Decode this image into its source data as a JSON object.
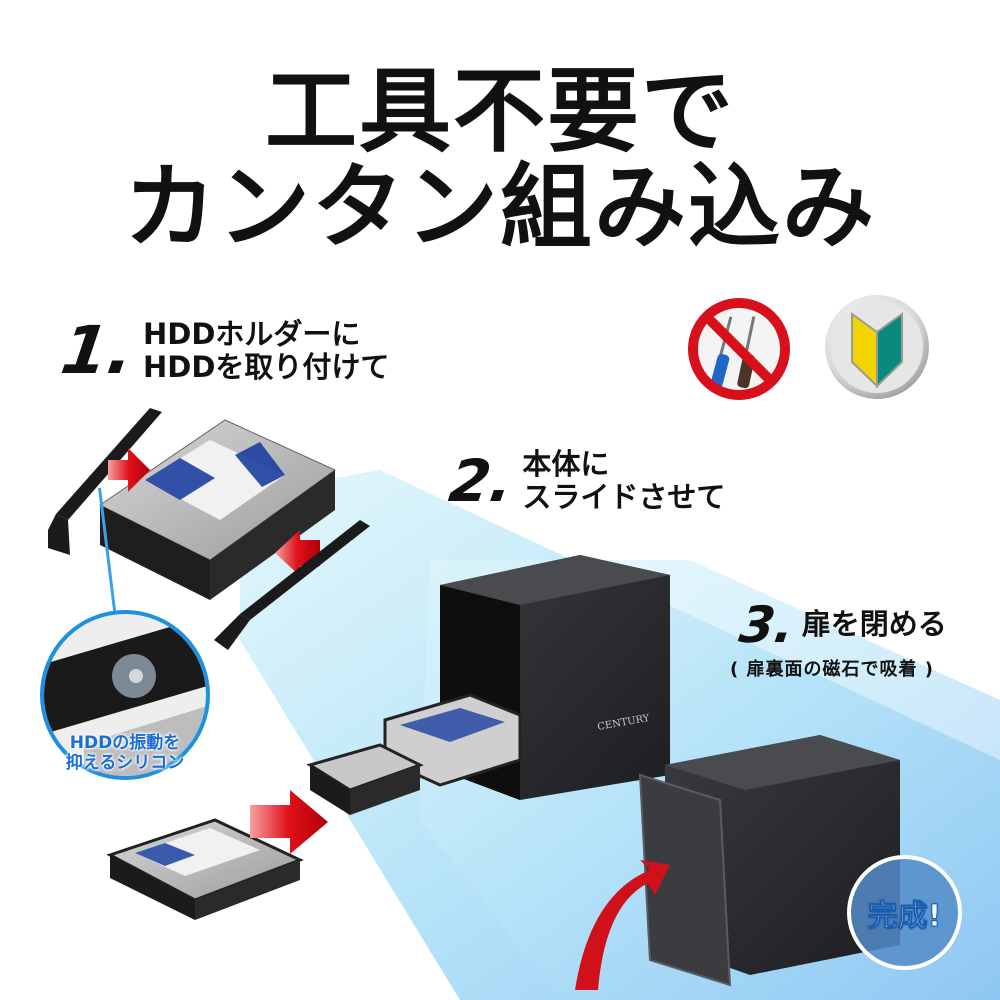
{
  "headline": {
    "line1": "工具不要で",
    "line2": "カンタン組み込み"
  },
  "badges": [
    {
      "name": "no-tools",
      "icon": "no-screwdriver-icon",
      "colors": {
        "ring": "#d7101b",
        "handle_blue": "#1f66c9",
        "handle_brown": "#4a3428"
      }
    },
    {
      "name": "beginner",
      "icon": "beginner-mark-icon",
      "colors": {
        "left": "#f2d400",
        "right": "#0a8a7f",
        "frame": "#b8b8b8"
      }
    }
  ],
  "steps": [
    {
      "number": "1.",
      "lines": [
        "HDDホルダーに",
        "HDDを取り付けて"
      ]
    },
    {
      "number": "2.",
      "lines": [
        "本体に",
        "スライドさせて"
      ]
    },
    {
      "number": "3.",
      "lines": [
        "扉を閉める"
      ],
      "sub": "( 扉裏面の磁石で吸着 )"
    }
  ],
  "callout": {
    "lines": [
      "HDDの振動を",
      "抑えるシリコン"
    ],
    "color": "#1a6fd6"
  },
  "done_badge": {
    "label": "完成!"
  },
  "device": {
    "brand": "CENTURY"
  },
  "colors": {
    "beam": "#8fd0f5",
    "arrow": "#e0101a",
    "device": "#2a2b2e"
  }
}
